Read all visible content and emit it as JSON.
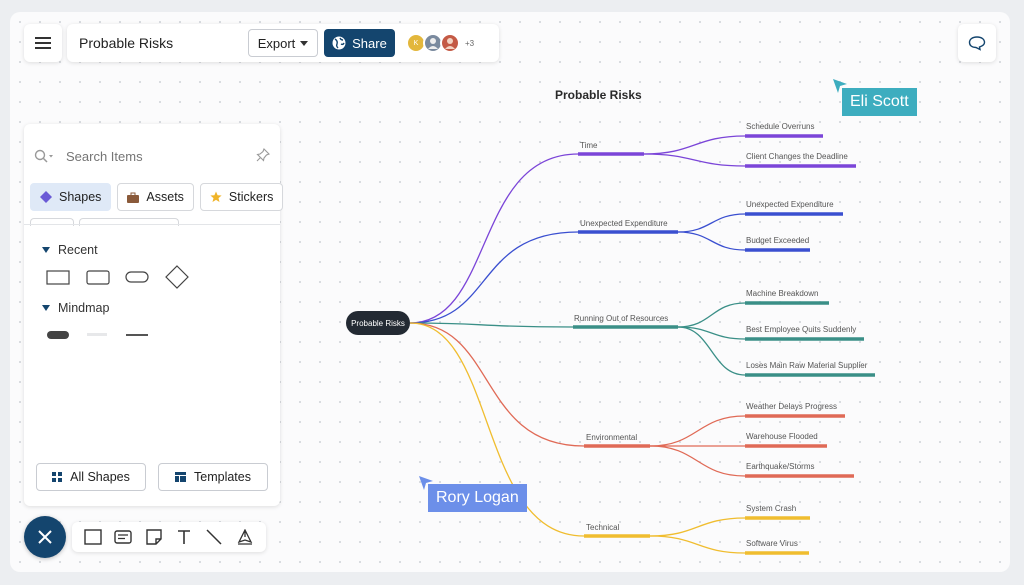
{
  "header": {
    "doc_title": "Probable Risks",
    "export_label": "Export",
    "share_label": "Share",
    "avatars": [
      {
        "initial": "K",
        "color": "#e3b73c"
      },
      {
        "initial": "",
        "color": "#7a8a9e"
      },
      {
        "initial": "",
        "color": "#c45a45"
      }
    ],
    "avatar_more": "+3"
  },
  "panel": {
    "search_placeholder": "Search Items",
    "tabs": [
      {
        "label": "Shapes",
        "active": true
      },
      {
        "label": "Assets",
        "active": false
      },
      {
        "label": "Stickers",
        "active": false
      }
    ],
    "sections": [
      {
        "label": "Recent"
      },
      {
        "label": "Mindmap"
      }
    ],
    "all_shapes_label": "All Shapes",
    "templates_label": "Templates"
  },
  "mindmap": {
    "title": "Probable Risks",
    "root": "Probable Risks",
    "branches": [
      {
        "label": "Time",
        "color": "#7b45d8",
        "children": [
          "Schedule Overruns",
          "Client Changes the Deadline"
        ]
      },
      {
        "label": "Unexpected Expenditure",
        "color": "#3a4fd0",
        "children": [
          "Unexpected Expenditure",
          "Budget Exceeded"
        ]
      },
      {
        "label": "Running Out of Resources",
        "color": "#3a8f87",
        "children": [
          "Machine Breakdown",
          "Best Employee Quits Suddenly",
          "Loses Main Raw Material Supplier"
        ]
      },
      {
        "label": "Environmental",
        "color": "#e06a56",
        "children": [
          "Weather Delays Progress",
          "Warehouse Flooded",
          "Earthquake/Storms"
        ]
      },
      {
        "label": "Technical",
        "color": "#f0bd2f",
        "children": [
          "System Crash",
          "Software Virus"
        ]
      }
    ]
  },
  "collaborators": [
    {
      "name": "Eli Scott",
      "color": "#3dadbf"
    },
    {
      "name": "Rory Logan",
      "color": "#6c8fe9"
    }
  ]
}
